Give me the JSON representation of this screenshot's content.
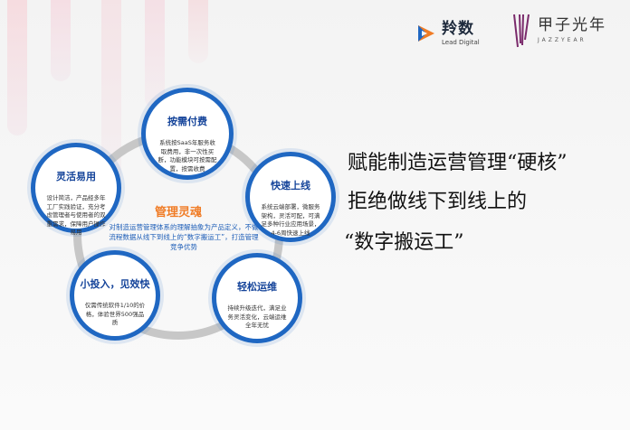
{
  "brand": {
    "logo1_name": "羚数",
    "logo1_sub": "Lead Digital",
    "logo2_name": "甲子光年",
    "logo2_sub": "JAZZYEAR"
  },
  "center": {
    "title": "管理灵魂",
    "desc": "对制造运营管理体系的理解抽象为产品定义，不做流程数据从线下到线上的“数字搬运工”，打造管理竞争优势"
  },
  "nodes": [
    {
      "title": "按需付费",
      "desc": "系统按SaaS年服务收取费用，非一次性买断，功能模块可按需配置，按需收费"
    },
    {
      "title": "快速上线",
      "desc": "系统云端部署，微服务架构，灵活可配，可满足多种行业应用场景，4-6周快速上线"
    },
    {
      "title": "轻松运维",
      "desc": "持续升级迭代，满足业务灵活变化，云端运维全年无忧"
    },
    {
      "title": "小投入，见效快",
      "desc": "仅需传统软件1/10的价格，体验世界500强品质"
    },
    {
      "title": "灵活易用",
      "desc": "设计简洁，产品经多年工厂实践验证，充分考虑管理者与使用者的双重需求，保障用户操作易用"
    }
  ],
  "headline": {
    "line1": "赋能制造运营管理“硬核”",
    "line2": "拒绝做线下到线上的",
    "line3": "“数字搬运工”"
  },
  "colors": {
    "accent_blue": "#1f67c2",
    "accent_orange": "#f07c26",
    "ring_gray": "#c7c7c7"
  }
}
